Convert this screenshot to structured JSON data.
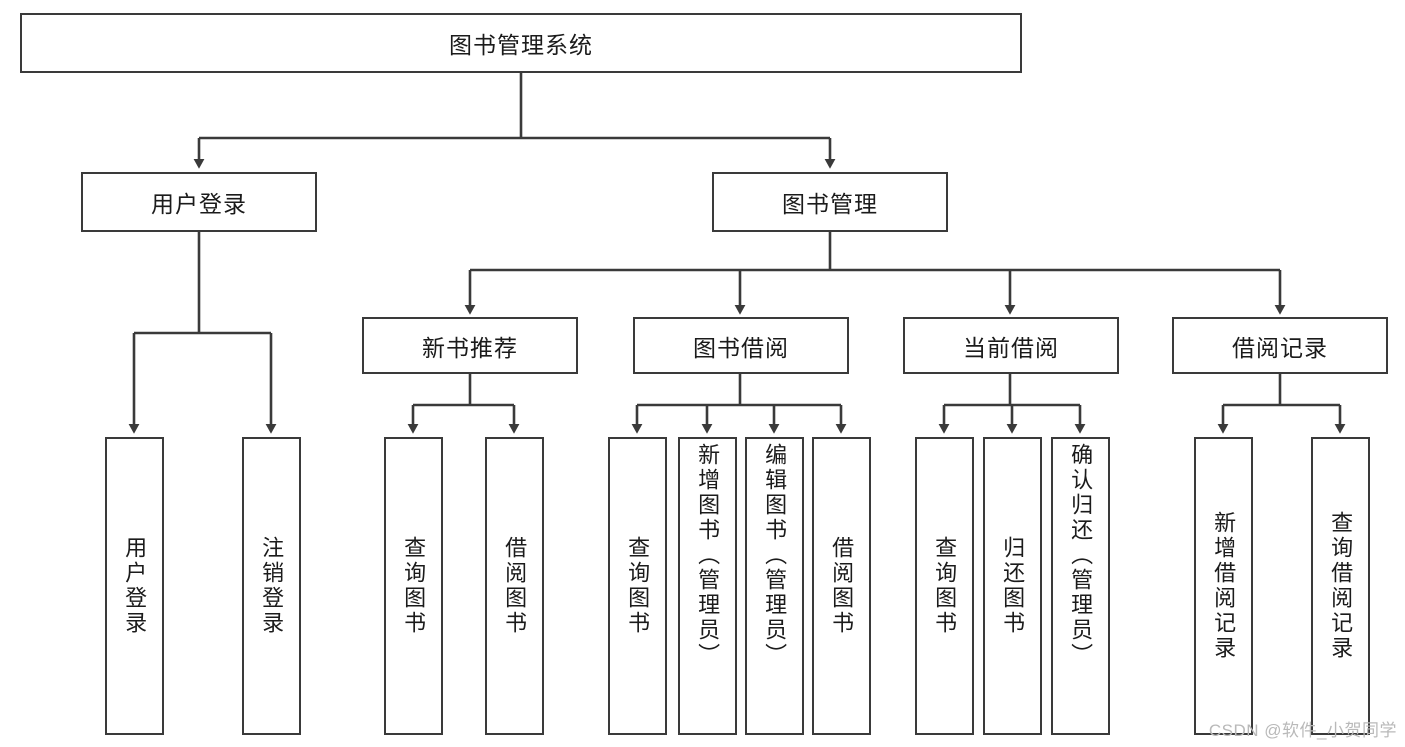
{
  "diagram": {
    "type": "tree-hierarchy",
    "title": "图书管理系统",
    "root": {
      "id": "root",
      "label": "图书管理系统"
    },
    "level1": [
      {
        "id": "user-login",
        "label": "用户登录"
      },
      {
        "id": "book-manage",
        "label": "图书管理"
      }
    ],
    "level2": [
      {
        "id": "new-book-rec",
        "label": "新书推荐",
        "parent": "book-manage"
      },
      {
        "id": "book-borrow",
        "label": "图书借阅",
        "parent": "book-manage"
      },
      {
        "id": "current-borrow",
        "label": "当前借阅",
        "parent": "book-manage"
      },
      {
        "id": "borrow-record",
        "label": "借阅记录",
        "parent": "book-manage"
      }
    ],
    "leaves": [
      {
        "id": "leaf-user-login",
        "label": "用户登录",
        "parent": "user-login"
      },
      {
        "id": "leaf-user-logout",
        "label": "注销登录",
        "parent": "user-login"
      },
      {
        "id": "leaf-query-book-1",
        "label": "查询图书",
        "parent": "new-book-rec"
      },
      {
        "id": "leaf-borrow-book-1",
        "label": "借阅图书",
        "parent": "new-book-rec"
      },
      {
        "id": "leaf-query-book-2",
        "label": "查询图书",
        "parent": "book-borrow"
      },
      {
        "id": "leaf-add-book",
        "label": "新增图书（管理员）",
        "parent": "book-borrow"
      },
      {
        "id": "leaf-edit-book",
        "label": "编辑图书（管理员）",
        "parent": "book-borrow"
      },
      {
        "id": "leaf-borrow-book-2",
        "label": "借阅图书",
        "parent": "book-borrow"
      },
      {
        "id": "leaf-query-book-3",
        "label": "查询图书",
        "parent": "current-borrow"
      },
      {
        "id": "leaf-return-book",
        "label": "归还图书",
        "parent": "current-borrow"
      },
      {
        "id": "leaf-confirm-return",
        "label": "确认归还（管理员）",
        "parent": "current-borrow"
      },
      {
        "id": "leaf-add-record",
        "label": "新增借阅记录",
        "parent": "borrow-record"
      },
      {
        "id": "leaf-query-record",
        "label": "查询借阅记录",
        "parent": "borrow-record"
      }
    ],
    "colors": {
      "border": "#3a3a3a",
      "edge": "#3a3a3a",
      "background": "#ffffff",
      "text": "#1b1b1b",
      "watermark": "#b9b9b9"
    }
  },
  "watermark": {
    "text": "CSDN @软件_小贺同学"
  }
}
